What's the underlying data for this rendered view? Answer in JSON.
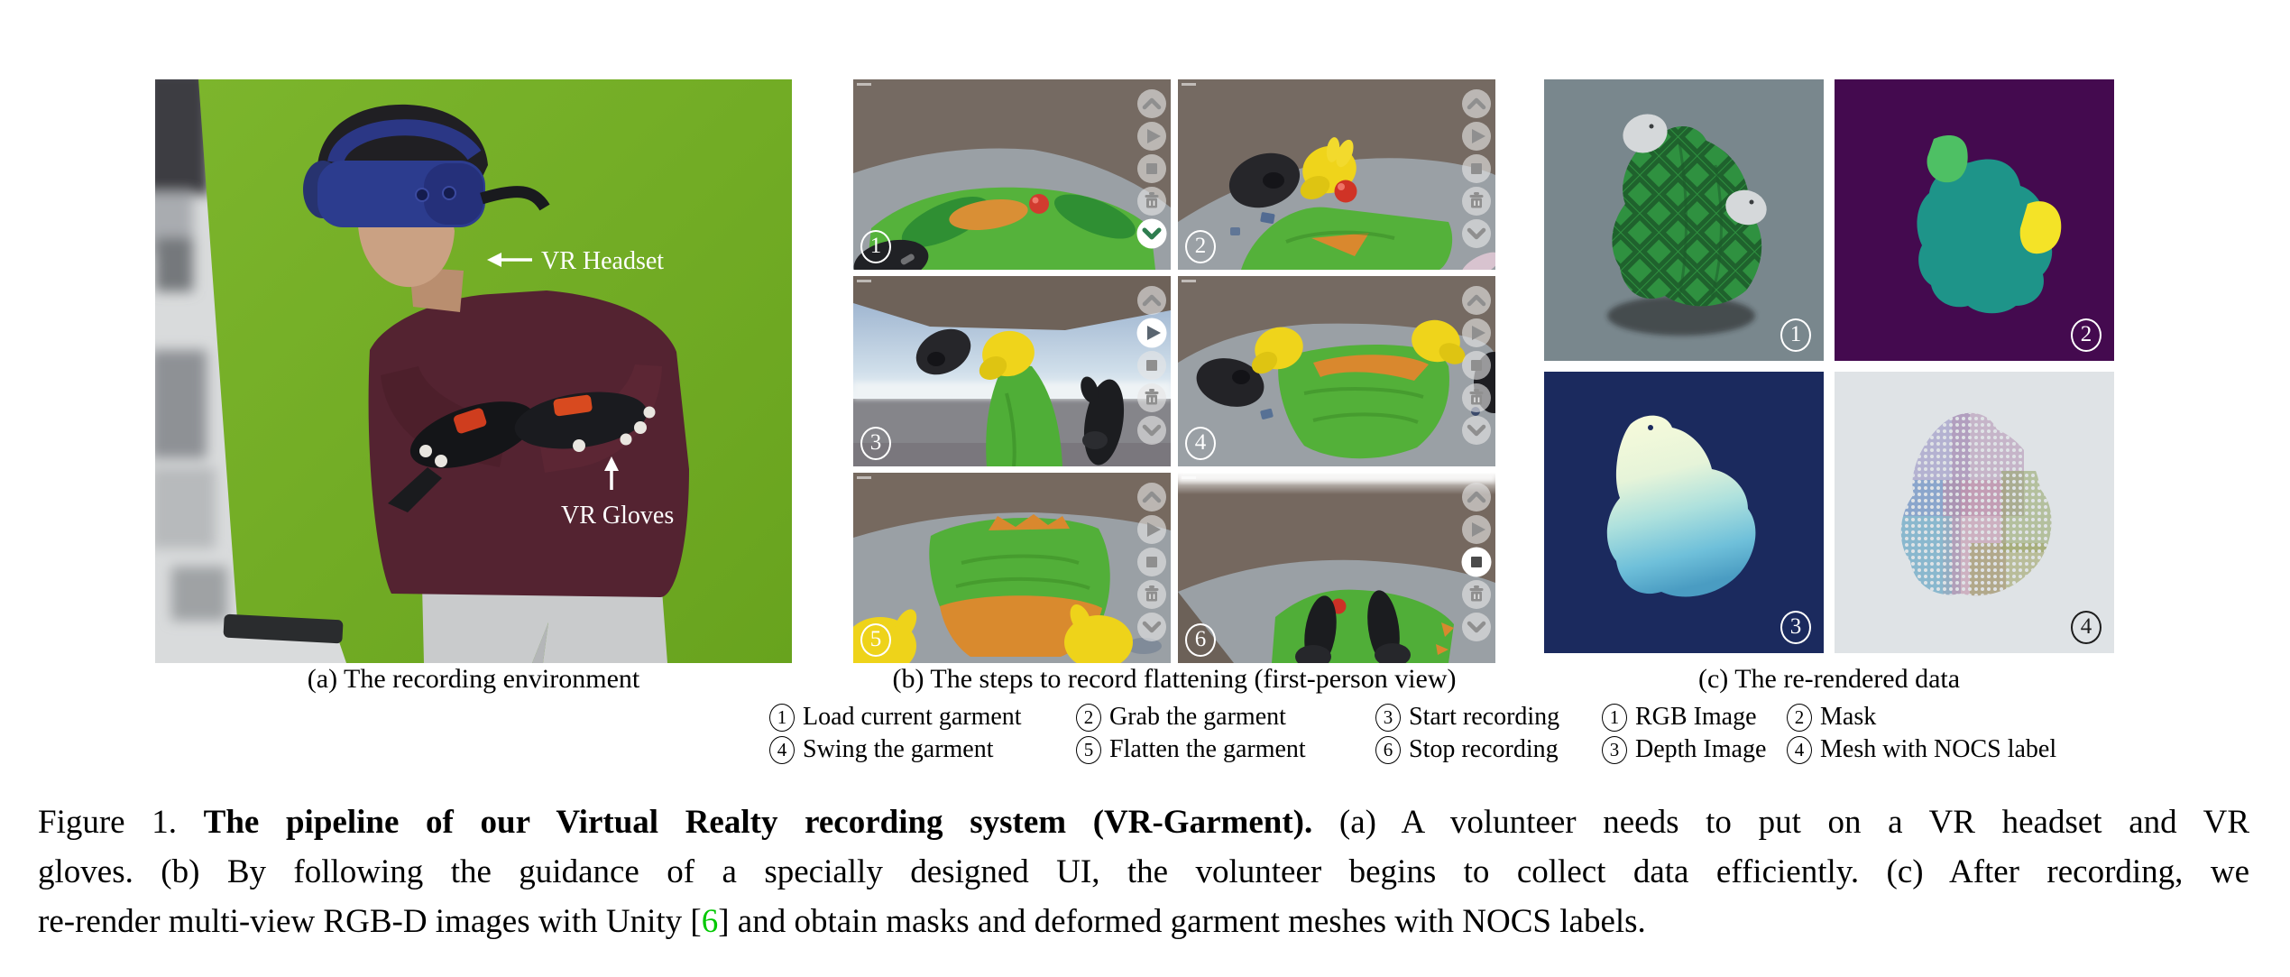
{
  "figure": {
    "panel_a": {
      "caption": "(a) The recording environment",
      "annotations": {
        "headset": "VR Headset",
        "gloves": "VR Gloves"
      }
    },
    "panel_b": {
      "caption": "(b) The steps to record flattening (first-person view)",
      "cell_numbers": [
        "1",
        "2",
        "3",
        "4",
        "5",
        "6"
      ],
      "steps": [
        {
          "num": "1",
          "label": "Load current garment"
        },
        {
          "num": "2",
          "label": "Grab the garment"
        },
        {
          "num": "3",
          "label": "Start recording"
        },
        {
          "num": "4",
          "label": "Swing the garment"
        },
        {
          "num": "5",
          "label": "Flatten the garment"
        },
        {
          "num": "6",
          "label": "Stop recording"
        }
      ]
    },
    "panel_c": {
      "caption": "(c) The re-rendered data",
      "cell_numbers": [
        "1",
        "2",
        "3",
        "4"
      ],
      "items": [
        {
          "num": "1",
          "label": "RGB Image"
        },
        {
          "num": "2",
          "label": "Mask"
        },
        {
          "num": "3",
          "label": "Depth Image"
        },
        {
          "num": "4",
          "label": "Mesh with NOCS label"
        }
      ]
    },
    "caption": {
      "line1_prefix": "Figure 1. ",
      "line1_bold": "The pipeline of our Virtual Realty recording system (VR-Garment).",
      "line1_rest": " (a) A volunteer needs to put on a VR headset and VR",
      "line2": "gloves. (b) By following the guidance of a specially designed UI, the volunteer begins to collect data efficiently. (c) After recording, we",
      "line3_pre": "re-render multi-view RGB-D images with Unity [",
      "line3_cite": "6",
      "line3_post": "] and obtain masks and deformed garment meshes with NOCS labels."
    },
    "colors": {
      "citation_green": "#00c800",
      "green_screen": "#73ae24",
      "garment_green": "#54b13a",
      "hand_yellow": "#efd41b",
      "mask_purple": "#440a4f",
      "mask_teal": "#1e9489",
      "mask_green": "#4ec064",
      "mask_yellow": "#f4e327",
      "depth_navy": "#1b2a5e"
    }
  }
}
